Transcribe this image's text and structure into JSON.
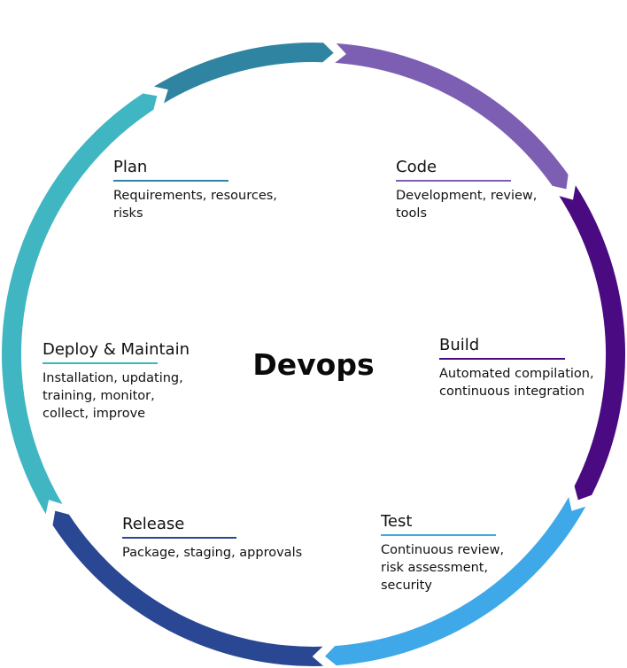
{
  "center_label": "Devops",
  "stages": [
    {
      "id": "plan",
      "title": "Plan",
      "color": "#2f85a1",
      "lines": [
        "Requirements, resources,",
        "risks"
      ]
    },
    {
      "id": "code",
      "title": "Code",
      "color": "#7c5fb3",
      "lines": [
        "Development, review,",
        "tools"
      ]
    },
    {
      "id": "build",
      "title": "Build",
      "color": "#4a0a82",
      "lines": [
        "Automated compilation,",
        "continuous integration"
      ]
    },
    {
      "id": "test",
      "title": "Test",
      "color": "#3ea8e8",
      "lines": [
        "Continuous review,",
        "risk assessment,",
        "security"
      ]
    },
    {
      "id": "release",
      "title": "Release",
      "color": "#2a4793",
      "lines": [
        "Package, staging, approvals"
      ]
    },
    {
      "id": "deploy",
      "title": "Deploy & Maintain",
      "color": "#3fb6c2",
      "lines": [
        "Installation, updating,",
        "training, monitor,",
        "collect, improve"
      ]
    }
  ]
}
